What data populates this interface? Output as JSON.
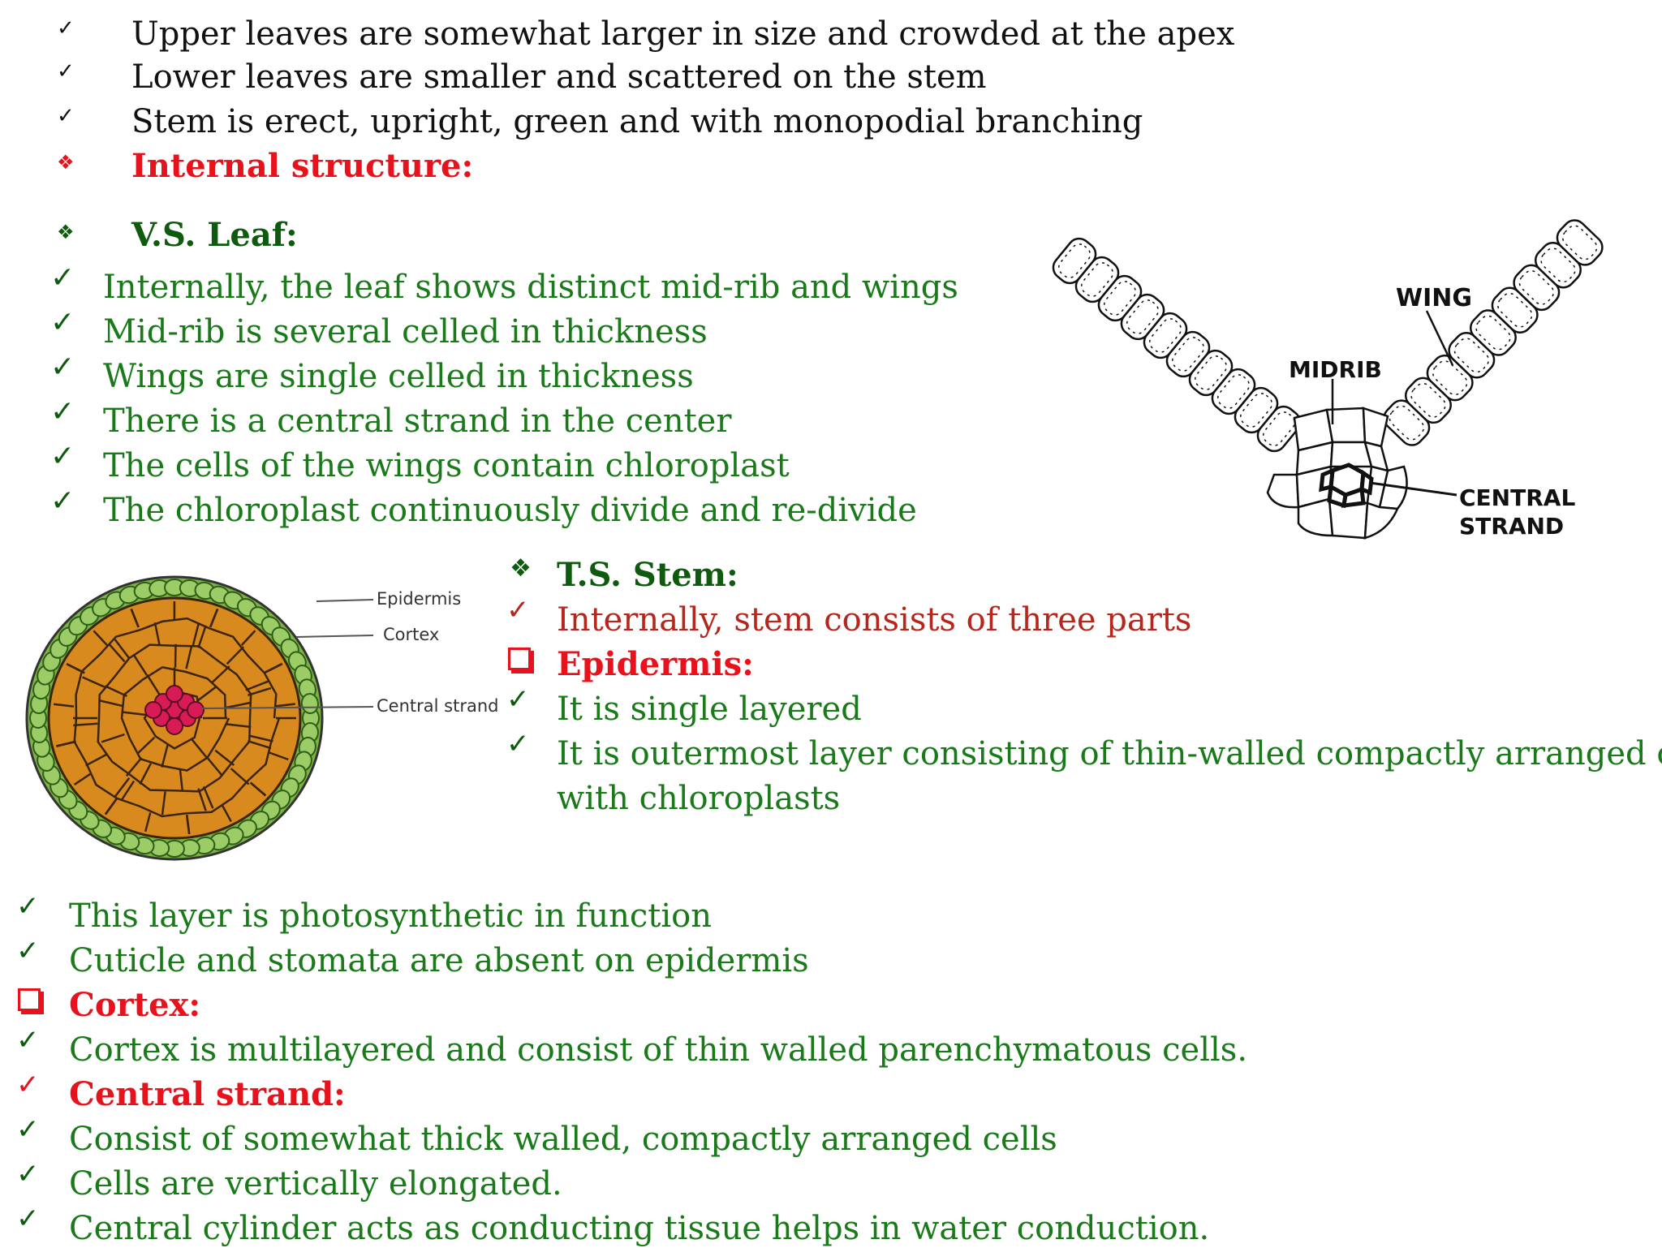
{
  "top_list": [
    "Upper leaves are somewhat larger in size and crowded at the apex",
    "Lower leaves are smaller and scattered on the stem",
    "Stem is erect, upright, green and with monopodial branching"
  ],
  "internal_heading": "Internal structure:",
  "vs_heading": "V.S. Leaf:",
  "vs_points": [
    "Internally, the leaf shows distinct mid-rib and wings",
    "Mid-rib is several celled in thickness",
    "Wings are single celled in thickness",
    "There is a central strand in the center",
    "The cells of the wings contain chloroplast",
    "The chloroplast continuously divide and re-divide"
  ],
  "leaf_diagram": {
    "wing_label": "WING",
    "midrib_label": "MIDRIB",
    "central_label_1": "CENTRAL",
    "central_label_2": "STRAND"
  },
  "stem_diagram": {
    "epidermis_label": "Epidermis",
    "cortex_label": "Cortex",
    "central_label": "Central strand",
    "colors": {
      "epidermis": "#7cb342",
      "cortex": "#d88a1e",
      "central": "#d81b55"
    }
  },
  "ts_heading": "T.S. Stem:",
  "ts_intro": "Internally, stem consists of three parts",
  "epidermis_heading": "Epidermis:",
  "epidermis_points": [
    "It is single layered",
    "It is outermost layer consisting of thin-walled compactly arranged cells",
    "with chloroplasts"
  ],
  "bottom_points_1": [
    "This layer is photosynthetic in function",
    "Cuticle and stomata are absent on epidermis"
  ],
  "cortex_heading": "Cortex:",
  "cortex_point": "Cortex is multilayered and consist of thin walled parenchymatous cells.",
  "central_heading": "Central strand:",
  "central_points": [
    "Consist of somewhat thick walled, compactly arranged cells",
    "Cells are vertically elongated.",
    "Central cylinder acts as conducting tissue helps in water conduction."
  ],
  "icons": {
    "check": "✓",
    "diamond": "❖"
  }
}
